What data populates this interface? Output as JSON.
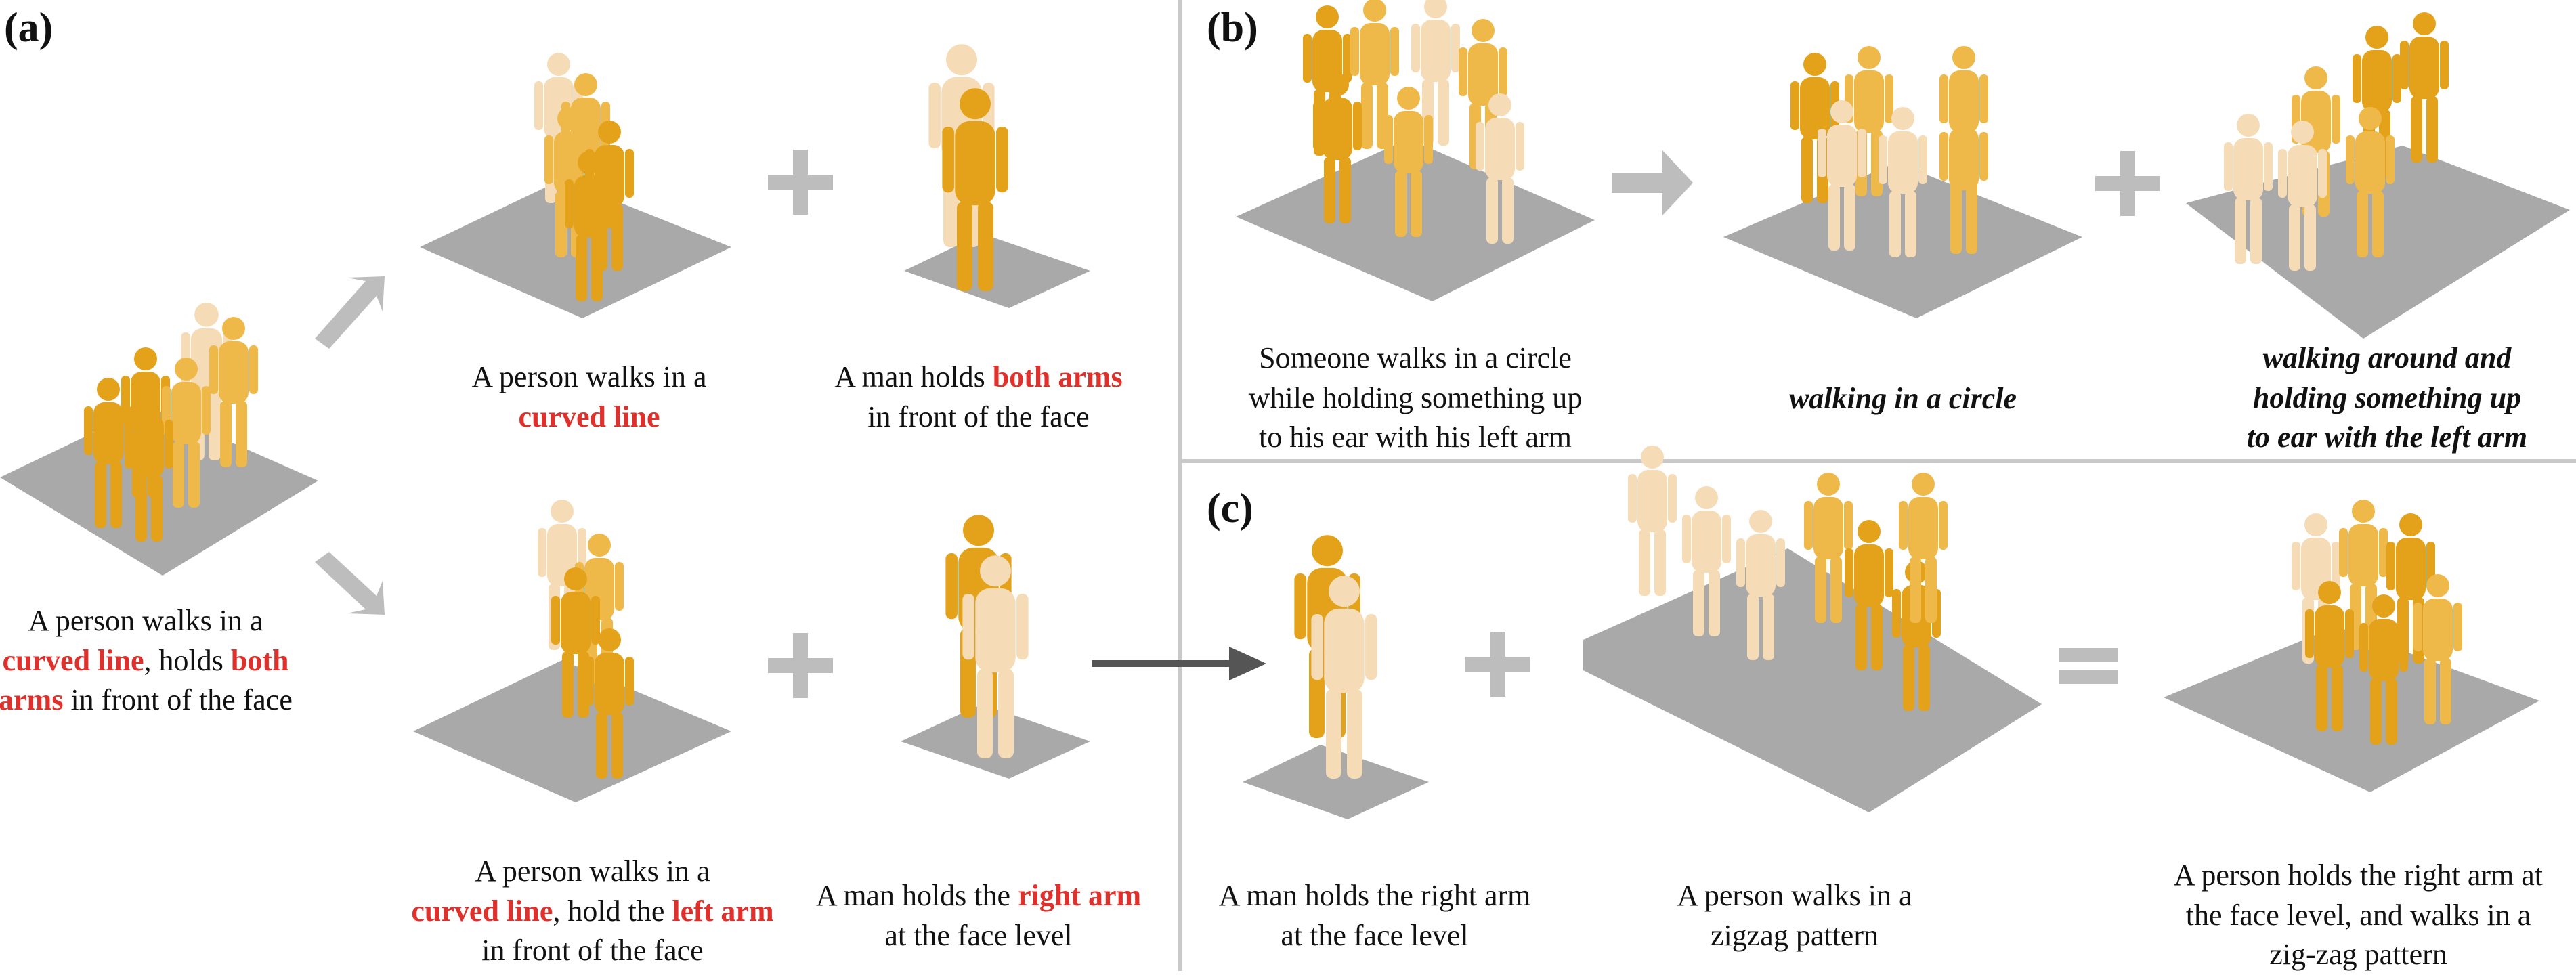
{
  "panels": {
    "a": {
      "label": "(a)",
      "combined_caption": [
        [
          {
            "t": "A person walks in a",
            "h": false
          }
        ],
        [
          {
            "t": "curved line",
            "h": true
          },
          {
            "t": ", holds ",
            "h": false
          },
          {
            "t": "both",
            "h": true
          }
        ],
        [
          {
            "t": "arms",
            "h": true
          },
          {
            "t": " in front of the face",
            "h": false
          }
        ]
      ],
      "top_left_caption": [
        [
          {
            "t": "A person walks in a",
            "h": false
          }
        ],
        [
          {
            "t": "curved line",
            "h": true
          }
        ]
      ],
      "top_right_caption": [
        [
          {
            "t": "A man holds ",
            "h": false
          },
          {
            "t": "both arms",
            "h": true
          }
        ],
        [
          {
            "t": "in front of the face",
            "h": false
          }
        ]
      ],
      "bottom_left_caption": [
        [
          {
            "t": "A person walks in a",
            "h": false
          }
        ],
        [
          {
            "t": "curved line",
            "h": true
          },
          {
            "t": ", hold the ",
            "h": false
          },
          {
            "t": "left arm",
            "h": true
          }
        ],
        [
          {
            "t": "in front of the face",
            "h": false
          }
        ]
      ],
      "bottom_right_caption": [
        [
          {
            "t": "A man holds the ",
            "h": false
          },
          {
            "t": "right arm",
            "h": true
          }
        ],
        [
          {
            "t": "at the face level",
            "h": false
          }
        ]
      ]
    },
    "b": {
      "label": "(b)",
      "caption_1": [
        [
          {
            "t": "Someone walks in a circle",
            "h": false
          }
        ],
        [
          {
            "t": "while holding something up",
            "h": false
          }
        ],
        [
          {
            "t": "to his ear with his left arm",
            "h": false
          }
        ]
      ],
      "caption_2": [
        [
          {
            "t": "walking in a circle",
            "h": false
          }
        ]
      ],
      "caption_3": [
        [
          {
            "t": "walking around and",
            "h": false
          }
        ],
        [
          {
            "t": "holding something up",
            "h": false
          }
        ],
        [
          {
            "t": "to ear with the left arm",
            "h": false
          }
        ]
      ]
    },
    "c": {
      "label": "(c)",
      "caption_1": [
        [
          {
            "t": "A man holds the right arm",
            "h": false
          }
        ],
        [
          {
            "t": "at the face level",
            "h": false
          }
        ]
      ],
      "caption_2": [
        [
          {
            "t": "A person walks in a",
            "h": false
          }
        ],
        [
          {
            "t": "zigzag pattern",
            "h": false
          }
        ]
      ],
      "caption_3": [
        [
          {
            "t": "A person holds the right arm at",
            "h": false
          }
        ],
        [
          {
            "t": "the face level, and walks in a",
            "h": false
          }
        ],
        [
          {
            "t": "zig-zag pattern",
            "h": false
          }
        ]
      ]
    }
  },
  "colors": {
    "highlight": "#e0302b",
    "figure_dark": "#e3a21a",
    "figure_mid": "#efb94a",
    "figure_light": "#f6dcb6",
    "floor": "#a9a9a9",
    "symbol": "#bdbdbd",
    "arrow_dark": "#555555",
    "divider": "#c9c9c9"
  },
  "symbols": {
    "plus": "+",
    "equals": "="
  }
}
